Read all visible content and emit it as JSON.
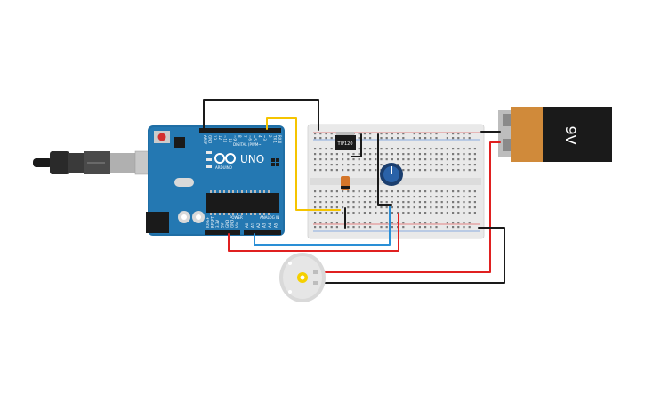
{
  "canvas": {
    "background": "#ffffff"
  },
  "arduino": {
    "model_label": "UNO",
    "brand_label": "ARDUINO",
    "digital_header_label": "DIGITAL (PWM~)",
    "power_header_label": "POWER",
    "analog_header_label": "ANALOG IN",
    "board_color": "#1f6ea5",
    "digital_pins": [
      "AREF",
      "GND",
      "13",
      "12",
      "~11",
      "~10",
      "~9",
      "8",
      "7",
      "~6",
      "~5",
      "4",
      "~3",
      "2",
      "TX 1",
      "RX 0"
    ],
    "power_pins": [
      "IOREF",
      "RESET",
      "3.3V",
      "5V",
      "GND",
      "GND",
      "Vin"
    ],
    "analog_pins": [
      "A0",
      "A1",
      "A2",
      "A3",
      "A4",
      "A5"
    ]
  },
  "transistor": {
    "label": "TIP120"
  },
  "battery": {
    "label": "9V",
    "body_color": "#1a1a1a",
    "terminal_color": "#d08a3a"
  },
  "potentiometer": {
    "knob_color": "#1b3e6e"
  },
  "motor": {
    "body_color": "#d9d9d9",
    "shaft_color": "#f5d000"
  },
  "wire_colors": {
    "black": "#1a1a1a",
    "red": "#e02020",
    "yellow": "#f5c400",
    "blue": "#2a8fd6"
  }
}
